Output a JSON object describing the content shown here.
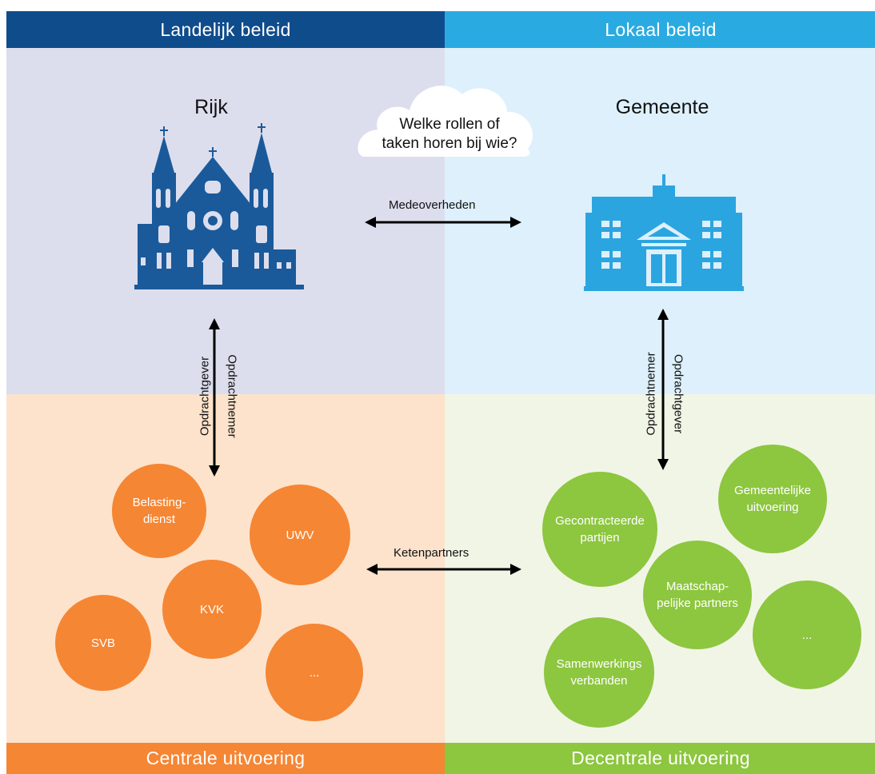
{
  "bands": {
    "top_left": "Landelijk beleid",
    "top_right": "Lokaal beleid",
    "bottom_left": "Centrale uitvoering",
    "bottom_right": "Decentrale uitvoering"
  },
  "headings": {
    "left": "Rijk",
    "right": "Gemeente"
  },
  "cloud": {
    "text": "Welke rollen of\ntaken horen bij wie?"
  },
  "arrows": {
    "top_horizontal": "Medeoverheden",
    "bottom_horizontal": "Ketenpartners",
    "left_vertical_a": "Opdrachtgever",
    "left_vertical_b": "Opdrachtnemer",
    "right_vertical_a": "Opdrachtgever",
    "right_vertical_b": "Opdrachtnemer"
  },
  "left_circles": [
    {
      "label": "Belasting-\ndienst"
    },
    {
      "label": "UWV"
    },
    {
      "label": "KVK"
    },
    {
      "label": "SVB"
    },
    {
      "label": "..."
    }
  ],
  "right_circles": [
    {
      "label": "Gecontracteerde\npartijen"
    },
    {
      "label": "Gemeentelijke\nuitvoering"
    },
    {
      "label": "Maatschap-\npelijke partners"
    },
    {
      "label": "..."
    },
    {
      "label": "Samenwerkings\nverbanden"
    }
  ],
  "colors": {
    "dark_blue": "#0f4c8c",
    "light_blue": "#29abe2",
    "icon_blue": "#1b5a9a",
    "icon_light_blue": "#2ba5e0",
    "orange": "#f58634",
    "green": "#8dc63f",
    "quad_top_left": "#dcdeee",
    "quad_top_right": "#ddf0fb",
    "quad_bottom_left": "#fde3cc",
    "quad_bottom_right": "#f1f5e6"
  }
}
